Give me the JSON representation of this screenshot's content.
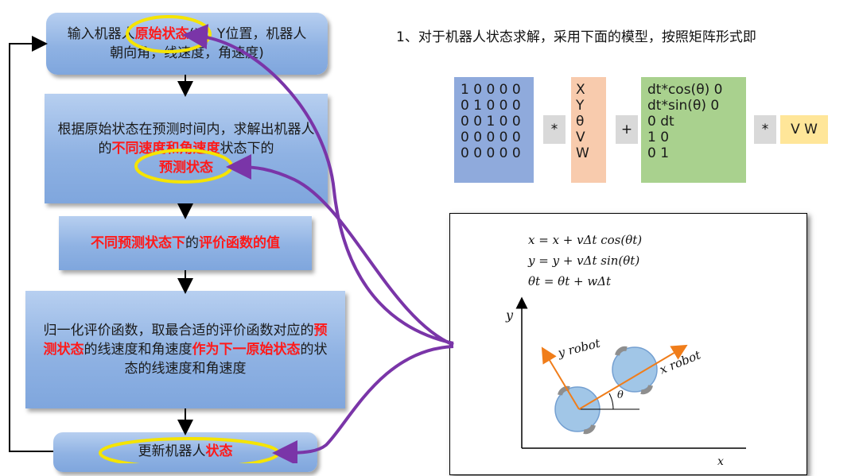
{
  "flowchart": {
    "step1": {
      "part1": "输入机器人",
      "highlight": "原始状态",
      "part2": "(X，Y位置，机器人朝向角，线速度，角速度)"
    },
    "step2": {
      "part1": "根据原始状态在预测时间内，求解出机器人的",
      "highlight1": "不同速度和角速度",
      "part2": "状态下的",
      "highlight2": "预测状态"
    },
    "step3": {
      "highlight1": "不同预测状态下",
      "part1": "的",
      "highlight2": "评价函数的值"
    },
    "step4": {
      "part1": "归一化评价函数，取最合适的评价函数对应的",
      "highlight1": "预测状态",
      "part2": "的线速度和角速度",
      "highlight2": "作为下一原始状态",
      "part3": "的状态的线速度和角速度"
    },
    "step5": {
      "part1": "更新机器人",
      "highlight": "状态"
    }
  },
  "model": {
    "heading": "1、对于机器人状态求解，采用下面的模型，按照矩阵形式即",
    "matrix_a": [
      "1 0 0 0 0",
      "0 1 0 0 0",
      "0 0 1 0 0",
      "0 0 0 0 0",
      "0 0 0 0 0"
    ],
    "state": [
      "X",
      "Y",
      "θ",
      "V",
      "W"
    ],
    "matrix_b": [
      "dt*cos(θ) 0",
      "dt*sin(θ) 0",
      "0 dt",
      "1 0",
      "0 1"
    ],
    "control": "V W",
    "op_mul": "*",
    "op_add": "+"
  },
  "kinematics": {
    "eq1": "x = x + vΔt cos(θt)",
    "eq2": "y = y + vΔt sin(θt)",
    "eq3": "θt = θt + wΔt",
    "axis_y": "y",
    "axis_x": "x",
    "robot_y": "y robot",
    "robot_x": "x robot",
    "theta": "θ"
  },
  "colors": {
    "box_blue": "#8fb2e3",
    "highlight_red": "#ff1a1a",
    "ellipse_yellow": "#f5e400",
    "arrow_purple": "#7a35a8",
    "orange_axis": "#f07d1a"
  }
}
